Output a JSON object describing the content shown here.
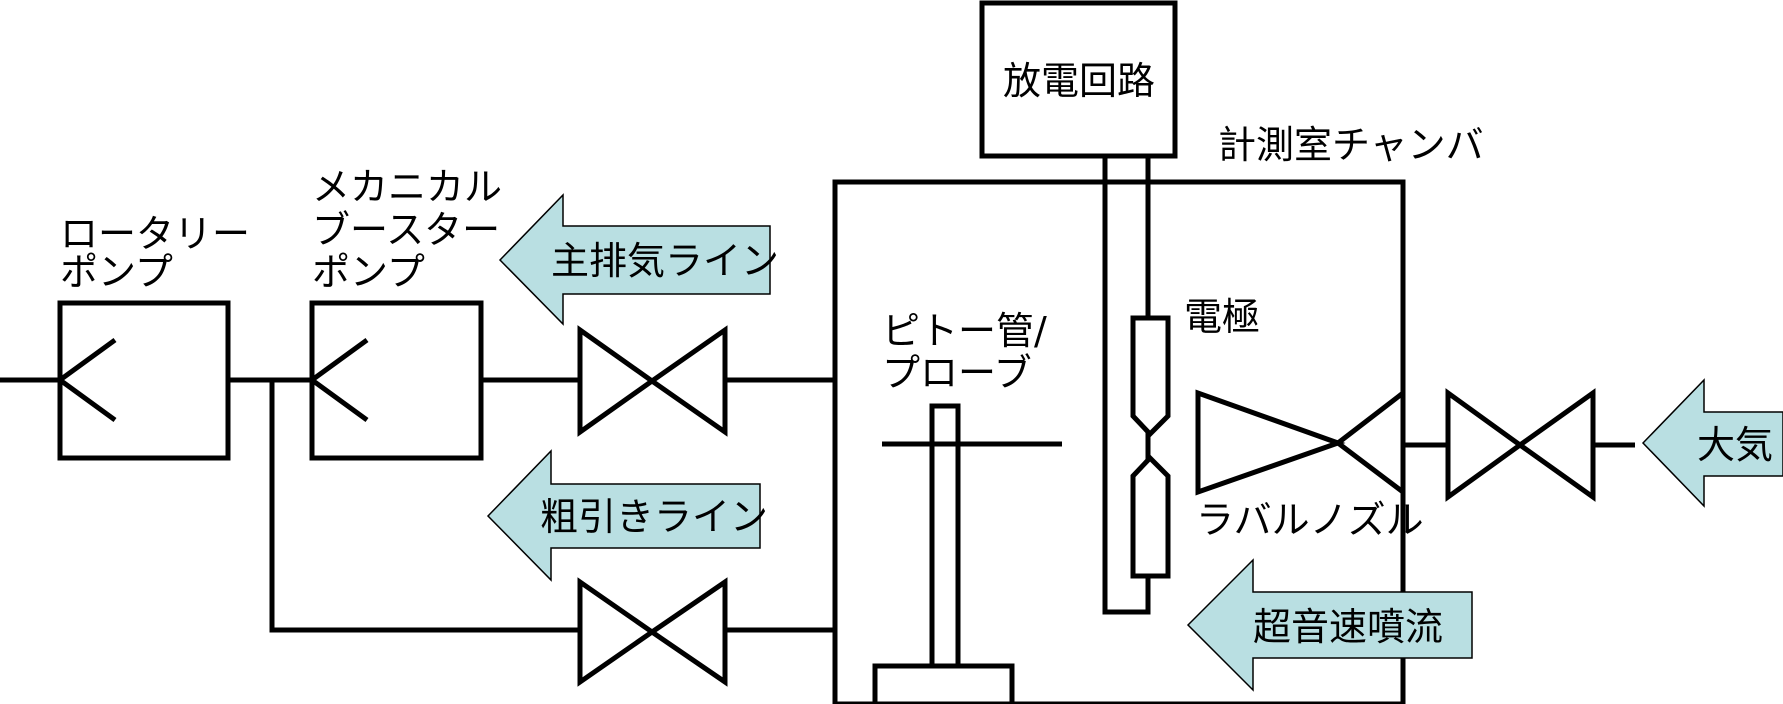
{
  "labels": {
    "rotary_pump": [
      "ロータリー",
      "ポンプ"
    ],
    "mechanical_booster_pump": [
      "メカニカル",
      "ブースター",
      "ポンプ"
    ],
    "main_exhaust_line": "主排気ライン",
    "rough_line": "粗引きライン",
    "discharge_circuit": "放電回路",
    "measurement_chamber": "計測室チャンバ",
    "pitot_probe": [
      "ピトー管/",
      "プローブ"
    ],
    "electrode": "電極",
    "laval_nozzle": "ラバルノズル",
    "supersonic_jet": "超音速噴流",
    "atmosphere": "大気"
  },
  "colors": {
    "arrow_fill": "#b9dfe2",
    "line": "#000000",
    "background": "#ffffff"
  }
}
